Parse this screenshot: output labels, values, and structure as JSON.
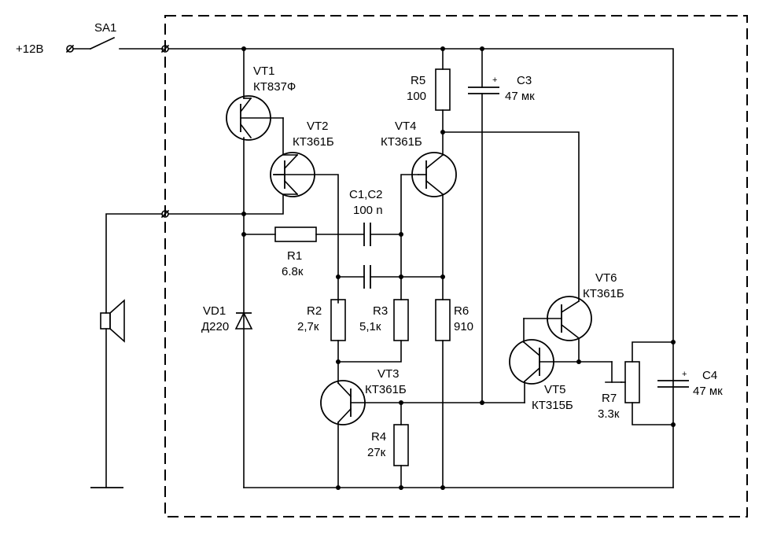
{
  "supply": {
    "label": "+12В"
  },
  "switch": {
    "ref": "SA1"
  },
  "components": {
    "vt1": {
      "ref": "VT1",
      "part": "КТ837Ф"
    },
    "vt2": {
      "ref": "VT2",
      "part": "КТ361Б"
    },
    "vt3": {
      "ref": "VT3",
      "part": "КТ361Б"
    },
    "vt4": {
      "ref": "VT4",
      "part": "КТ361Б"
    },
    "vt5": {
      "ref": "VT5",
      "part": "КТ315Б"
    },
    "vt6": {
      "ref": "VT6",
      "part": "КТ361Б"
    },
    "r1": {
      "ref": "R1",
      "value": "6.8к"
    },
    "r2": {
      "ref": "R2",
      "value": "2,7к"
    },
    "r3": {
      "ref": "R3",
      "value": "5,1к"
    },
    "r4": {
      "ref": "R4",
      "value": "27к"
    },
    "r5": {
      "ref": "R5",
      "value": "100"
    },
    "r6": {
      "ref": "R6",
      "value": "910"
    },
    "r7": {
      "ref": "R7",
      "value": "3.3к"
    },
    "c1c2": {
      "ref": "C1,C2",
      "value": "100 n"
    },
    "c3": {
      "ref": "C3",
      "value": "47 мк"
    },
    "c4": {
      "ref": "C4",
      "value": "47 мк"
    },
    "vd1": {
      "ref": "VD1",
      "part": "Д220"
    }
  },
  "polarity_mark": "+"
}
